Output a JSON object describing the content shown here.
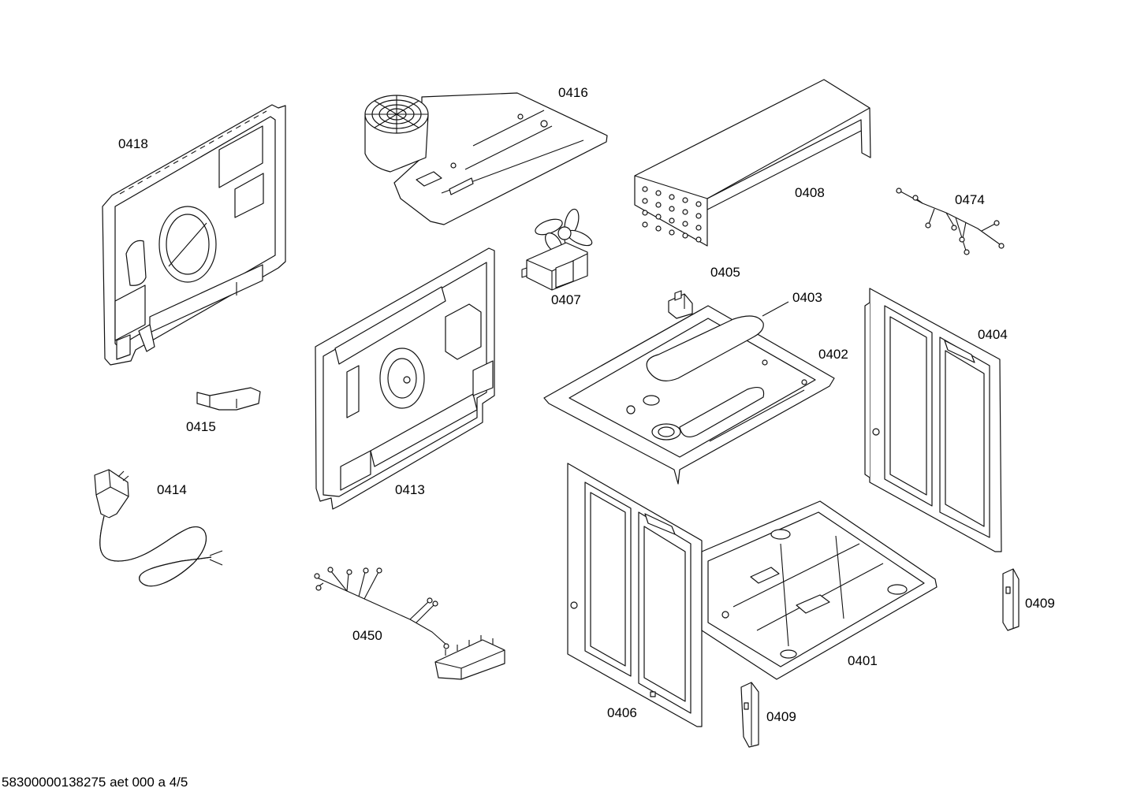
{
  "callouts": [
    "0416",
    "0418",
    "0408",
    "0474",
    "0405",
    "0403",
    "0407",
    "0402",
    "0404",
    "0415",
    "0414",
    "0413",
    "0409",
    "0450",
    "0401",
    "0406",
    "0409"
  ],
  "footer": "58300000138275 aet 000 a 4/5"
}
